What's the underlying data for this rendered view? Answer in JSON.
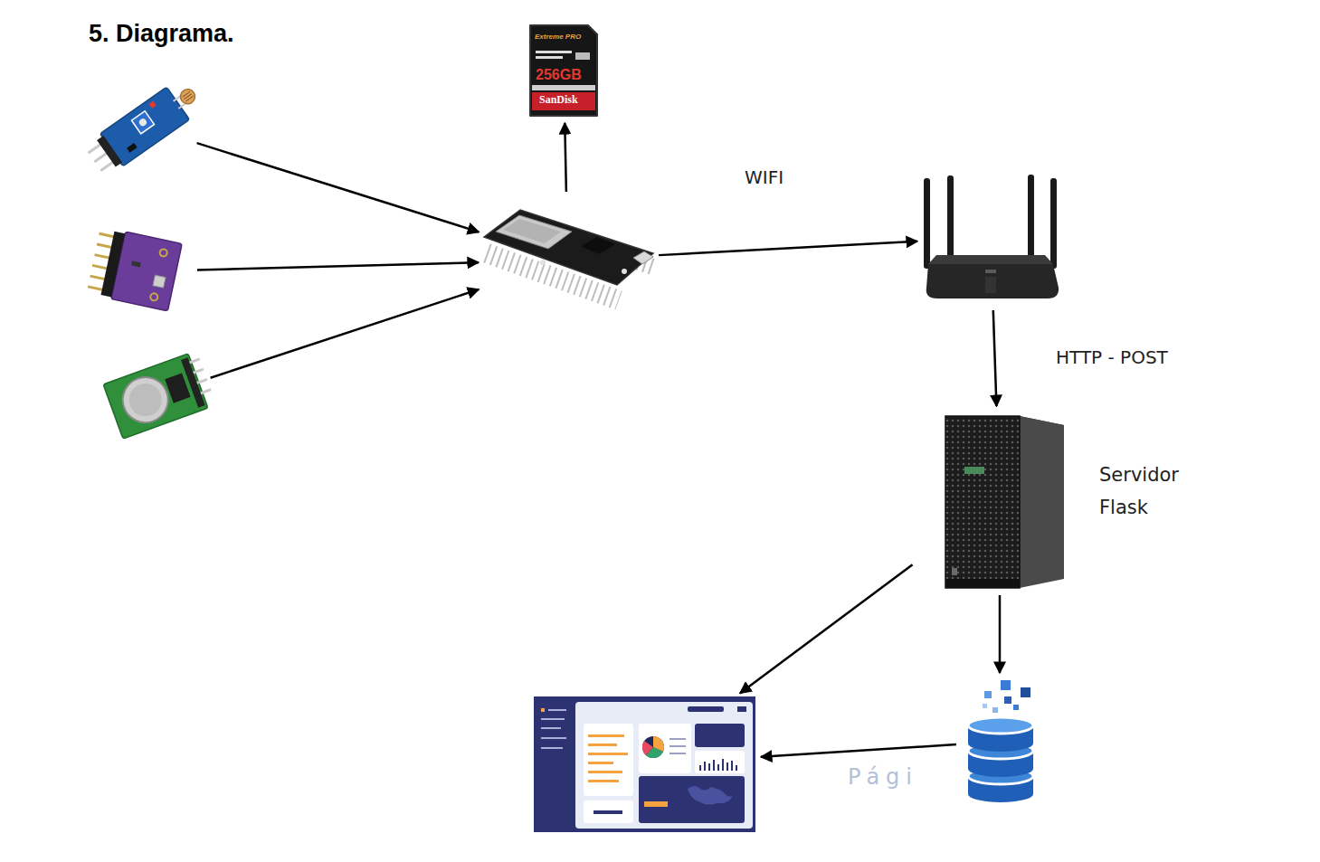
{
  "diagram": {
    "title": "5. Diagrama.",
    "nodes": [
      {
        "text": [
          "Extreme PRO",
          "256GB",
          "SanDisk"
        ]
      },
      {
        "text": []
      },
      {
        "text": []
      },
      {
        "text": []
      },
      {
        "text": []
      },
      {
        "text": []
      },
      {
        "text": [
          "Servidor Flask"
        ]
      },
      {
        "text": []
      },
      {
        "text": []
      }
    ],
    "edges": [
      {
        "from": 1,
        "to": 2,
        "arrow": "to"
      },
      {
        "from": 4,
        "to": 2,
        "arrow": "to"
      },
      {
        "from": 5,
        "to": 2,
        "arrow": "to"
      },
      {
        "from": 2,
        "to": 0,
        "arrow": "to"
      },
      {
        "from": 2,
        "to": 3,
        "label": "WIFI",
        "arrow": "to"
      },
      {
        "from": 3,
        "to": 6,
        "label": "HTTP - POST",
        "arrow": "to"
      },
      {
        "from": 6,
        "to": 7,
        "arrow": "to"
      },
      {
        "from": 6,
        "to": 8,
        "arrow": "to"
      },
      {
        "from": 8,
        "to": 7,
        "arrow": "to"
      }
    ],
    "labels": [
      "Pági"
    ]
  }
}
